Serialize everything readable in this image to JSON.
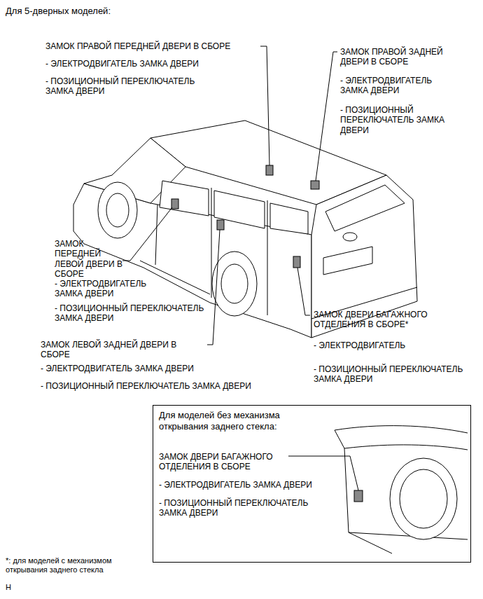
{
  "diagram": {
    "title": "Для 5-дверных моделей:",
    "nodes": [
      {
        "text": [
          "Для моделей без механизма открывания заднего стекла:",
          "ЗАМОК ДВЕРИ БАГАЖНОГО ОТДЕЛЕНИЯ В СБОРЕ",
          "- ЭЛЕКТРОДВИГАТЕЛЬ ЗАМКА ДВЕРИ",
          "- ПОЗИЦИОННЫЙ ПЕРЕКЛЮЧАТЕЛЬ ЗАМКА ДВЕРИ"
        ]
      }
    ],
    "labels": [
      "ЗАМОК ПРАВОЙ ПЕРЕДНЕЙ ДВЕРИ В СБОРЕ",
      "- ЭЛЕКТРОДВИГАТЕЛЬ ЗАМКА ДВЕРИ",
      "- ПОЗИЦИОННЫЙ ПЕРЕКЛЮЧАТЕЛЬ ЗАМКА ДВЕРИ",
      "ЗАМОК ПРАВОЙ ЗАДНЕЙ ДВЕРИ В СБОРЕ",
      "- ЭЛЕКТРОДВИГАТЕЛЬ ЗАМКА ДВЕРИ",
      "- ПОЗИЦИОННЫЙ ПЕРЕКЛЮЧАТЕЛЬ ЗАМКА ДВЕРИ",
      "ЗАМОК ПЕРЕДНЕЙ ЛЕВОЙ ДВЕРИ В СБОРЕ",
      "- ЭЛЕКТРОДВИГАТЕЛЬ ЗАМКА ДВЕРИ",
      "- ПОЗИЦИОННЫЙ ПЕРЕКЛЮЧАТЕЛЬ ЗАМКА ДВЕРИ",
      "ЗАМОК ДВЕРИ БАГАЖНОГО ОТДЕЛЕНИЯ В СБОРЕ*",
      "- ЭЛЕКТРОДВИГАТЕЛЬ",
      "- ПОЗИЦИОННЫЙ ПЕРЕКЛЮЧАТЕЛЬ ЗАМКА ДВЕРИ",
      "ЗАМОК ЛЕВОЙ ЗАДНЕЙ ДВЕРИ В СБОРЕ",
      "- ЭЛЕКТРОДВИГАТЕЛЬ ЗАМКА ДВЕРИ",
      "- ПОЗИЦИОННЫЙ ПЕРЕКЛЮЧАТЕЛЬ ЗАМКА ДВЕРИ",
      "*: для моделей с механизмом открывания заднего стекла",
      "H"
    ]
  }
}
